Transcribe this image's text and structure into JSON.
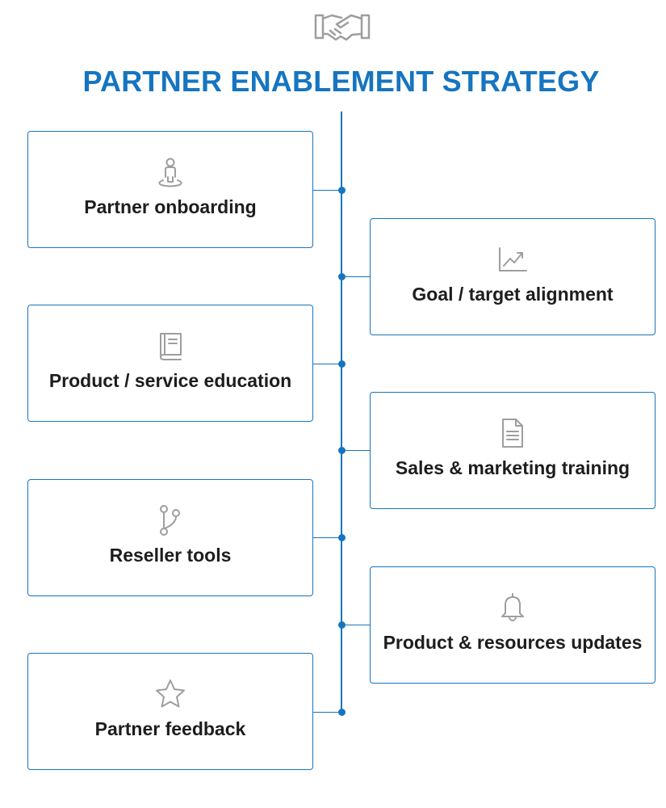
{
  "title": "PARTNER ENABLEMENT STRATEGY",
  "header_icon": "handshake-icon",
  "accent_color": "#1675c0",
  "icon_color": "#9e9e9e",
  "steps": [
    {
      "label": "Partner onboarding",
      "icon": "person-location-icon",
      "side": "left"
    },
    {
      "label": "Goal / target alignment",
      "icon": "trend-chart-icon",
      "side": "right"
    },
    {
      "label": "Product / service education",
      "icon": "book-icon",
      "side": "left"
    },
    {
      "label": "Sales & marketing training",
      "icon": "document-icon",
      "side": "right"
    },
    {
      "label": "Reseller tools",
      "icon": "branch-icon",
      "side": "left"
    },
    {
      "label": "Product & resources updates",
      "icon": "bell-icon",
      "side": "right"
    },
    {
      "label": "Partner feedback",
      "icon": "star-icon",
      "side": "left"
    }
  ]
}
